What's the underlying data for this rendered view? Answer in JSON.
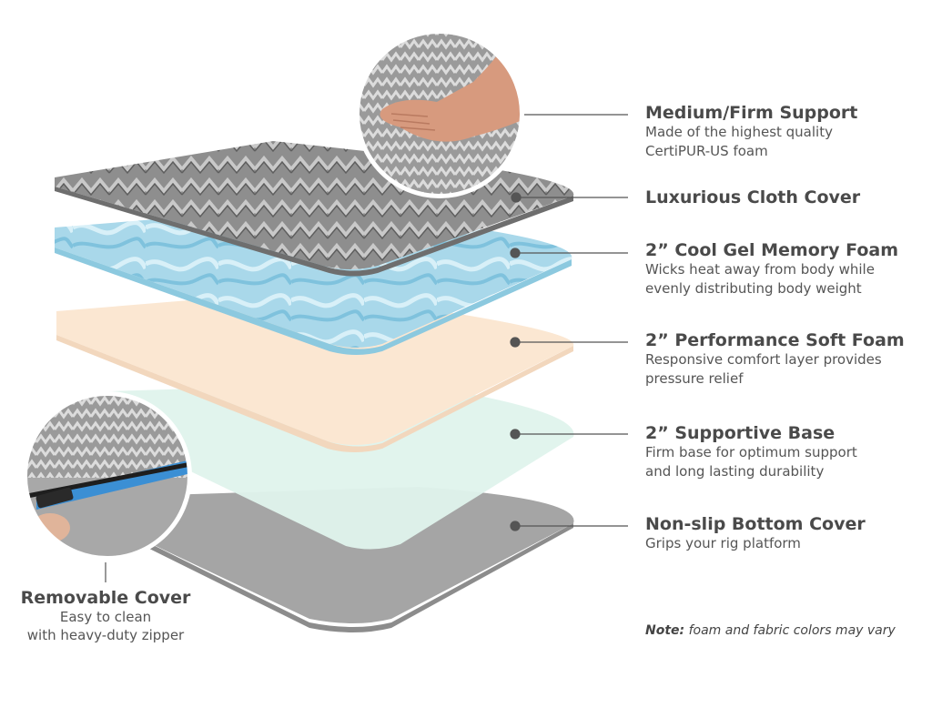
{
  "layers": [
    {
      "title": "Medium/Firm Support",
      "lines": [
        "Made of the highest quality",
        "CertiPUR-US foam"
      ]
    },
    {
      "title": "Luxurious Cloth Cover",
      "lines": []
    },
    {
      "title": "2” Cool Gel Memory Foam",
      "lines": [
        "Wicks heat away from body while",
        "evenly distributing body weight"
      ]
    },
    {
      "title": "2” Performance Soft Foam",
      "lines": [
        "Responsive comfort layer provides",
        "pressure relief"
      ]
    },
    {
      "title": "2” Supportive Base",
      "lines": [
        "Firm base for optimum support",
        "and long lasting durability"
      ]
    },
    {
      "title": "Non-slip Bottom Cover",
      "lines": [
        "Grips your rig platform"
      ]
    }
  ],
  "removable_cover": {
    "title": "Removable Cover",
    "lines": [
      "Easy to clean",
      "with heavy-duty zipper"
    ]
  },
  "note": {
    "label": "Note:",
    "text": "foam and fabric colors may vary"
  },
  "colors": {
    "cloth": "#8e8e8e",
    "gel": "#a9d8ea",
    "soft": "#fbe7d2",
    "base": "#dff3ec",
    "bottom": "#a5a5a5",
    "leader": "#555555"
  }
}
